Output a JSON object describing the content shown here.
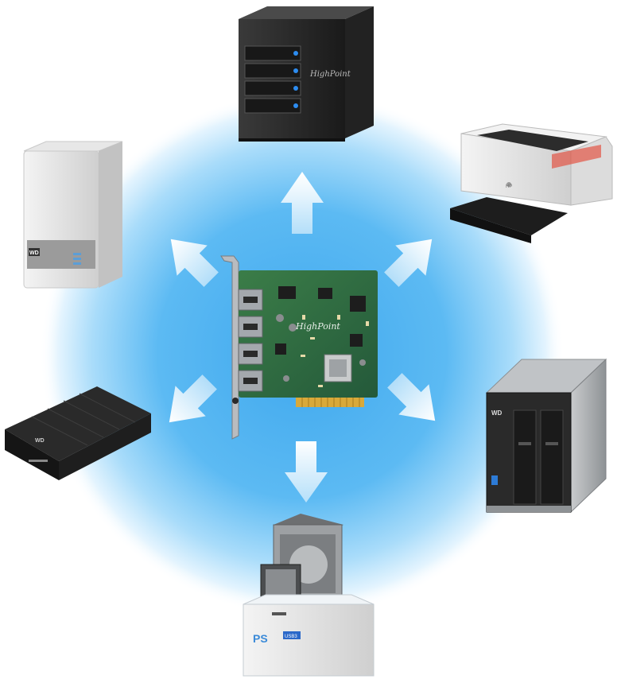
{
  "scene": {
    "background": "#ffffff",
    "glow_color": "#4fb3f2",
    "arrow_color": "#ffffff"
  },
  "center": {
    "name": "usb-pcie-expansion-card",
    "logo": "HighPoint",
    "board_color": "#2e6a3c",
    "port_count": 4
  },
  "devices": [
    {
      "name": "rack-storage-tower",
      "icon": "4-bay-raid-enclosure",
      "logo": "HighPoint"
    },
    {
      "name": "laser-printer",
      "icon": "printer",
      "logo": "HP"
    },
    {
      "name": "dual-bay-nas",
      "icon": "2-bay-nas",
      "logo": "WD"
    },
    {
      "name": "hdd-docking-station",
      "icon": "drive-dock",
      "logo": "PS",
      "badge": "USB3"
    },
    {
      "name": "portable-hard-drive",
      "icon": "external-drive",
      "logo": "WD"
    },
    {
      "name": "desktop-drive",
      "icon": "desktop-storage",
      "logo": "WD"
    }
  ]
}
